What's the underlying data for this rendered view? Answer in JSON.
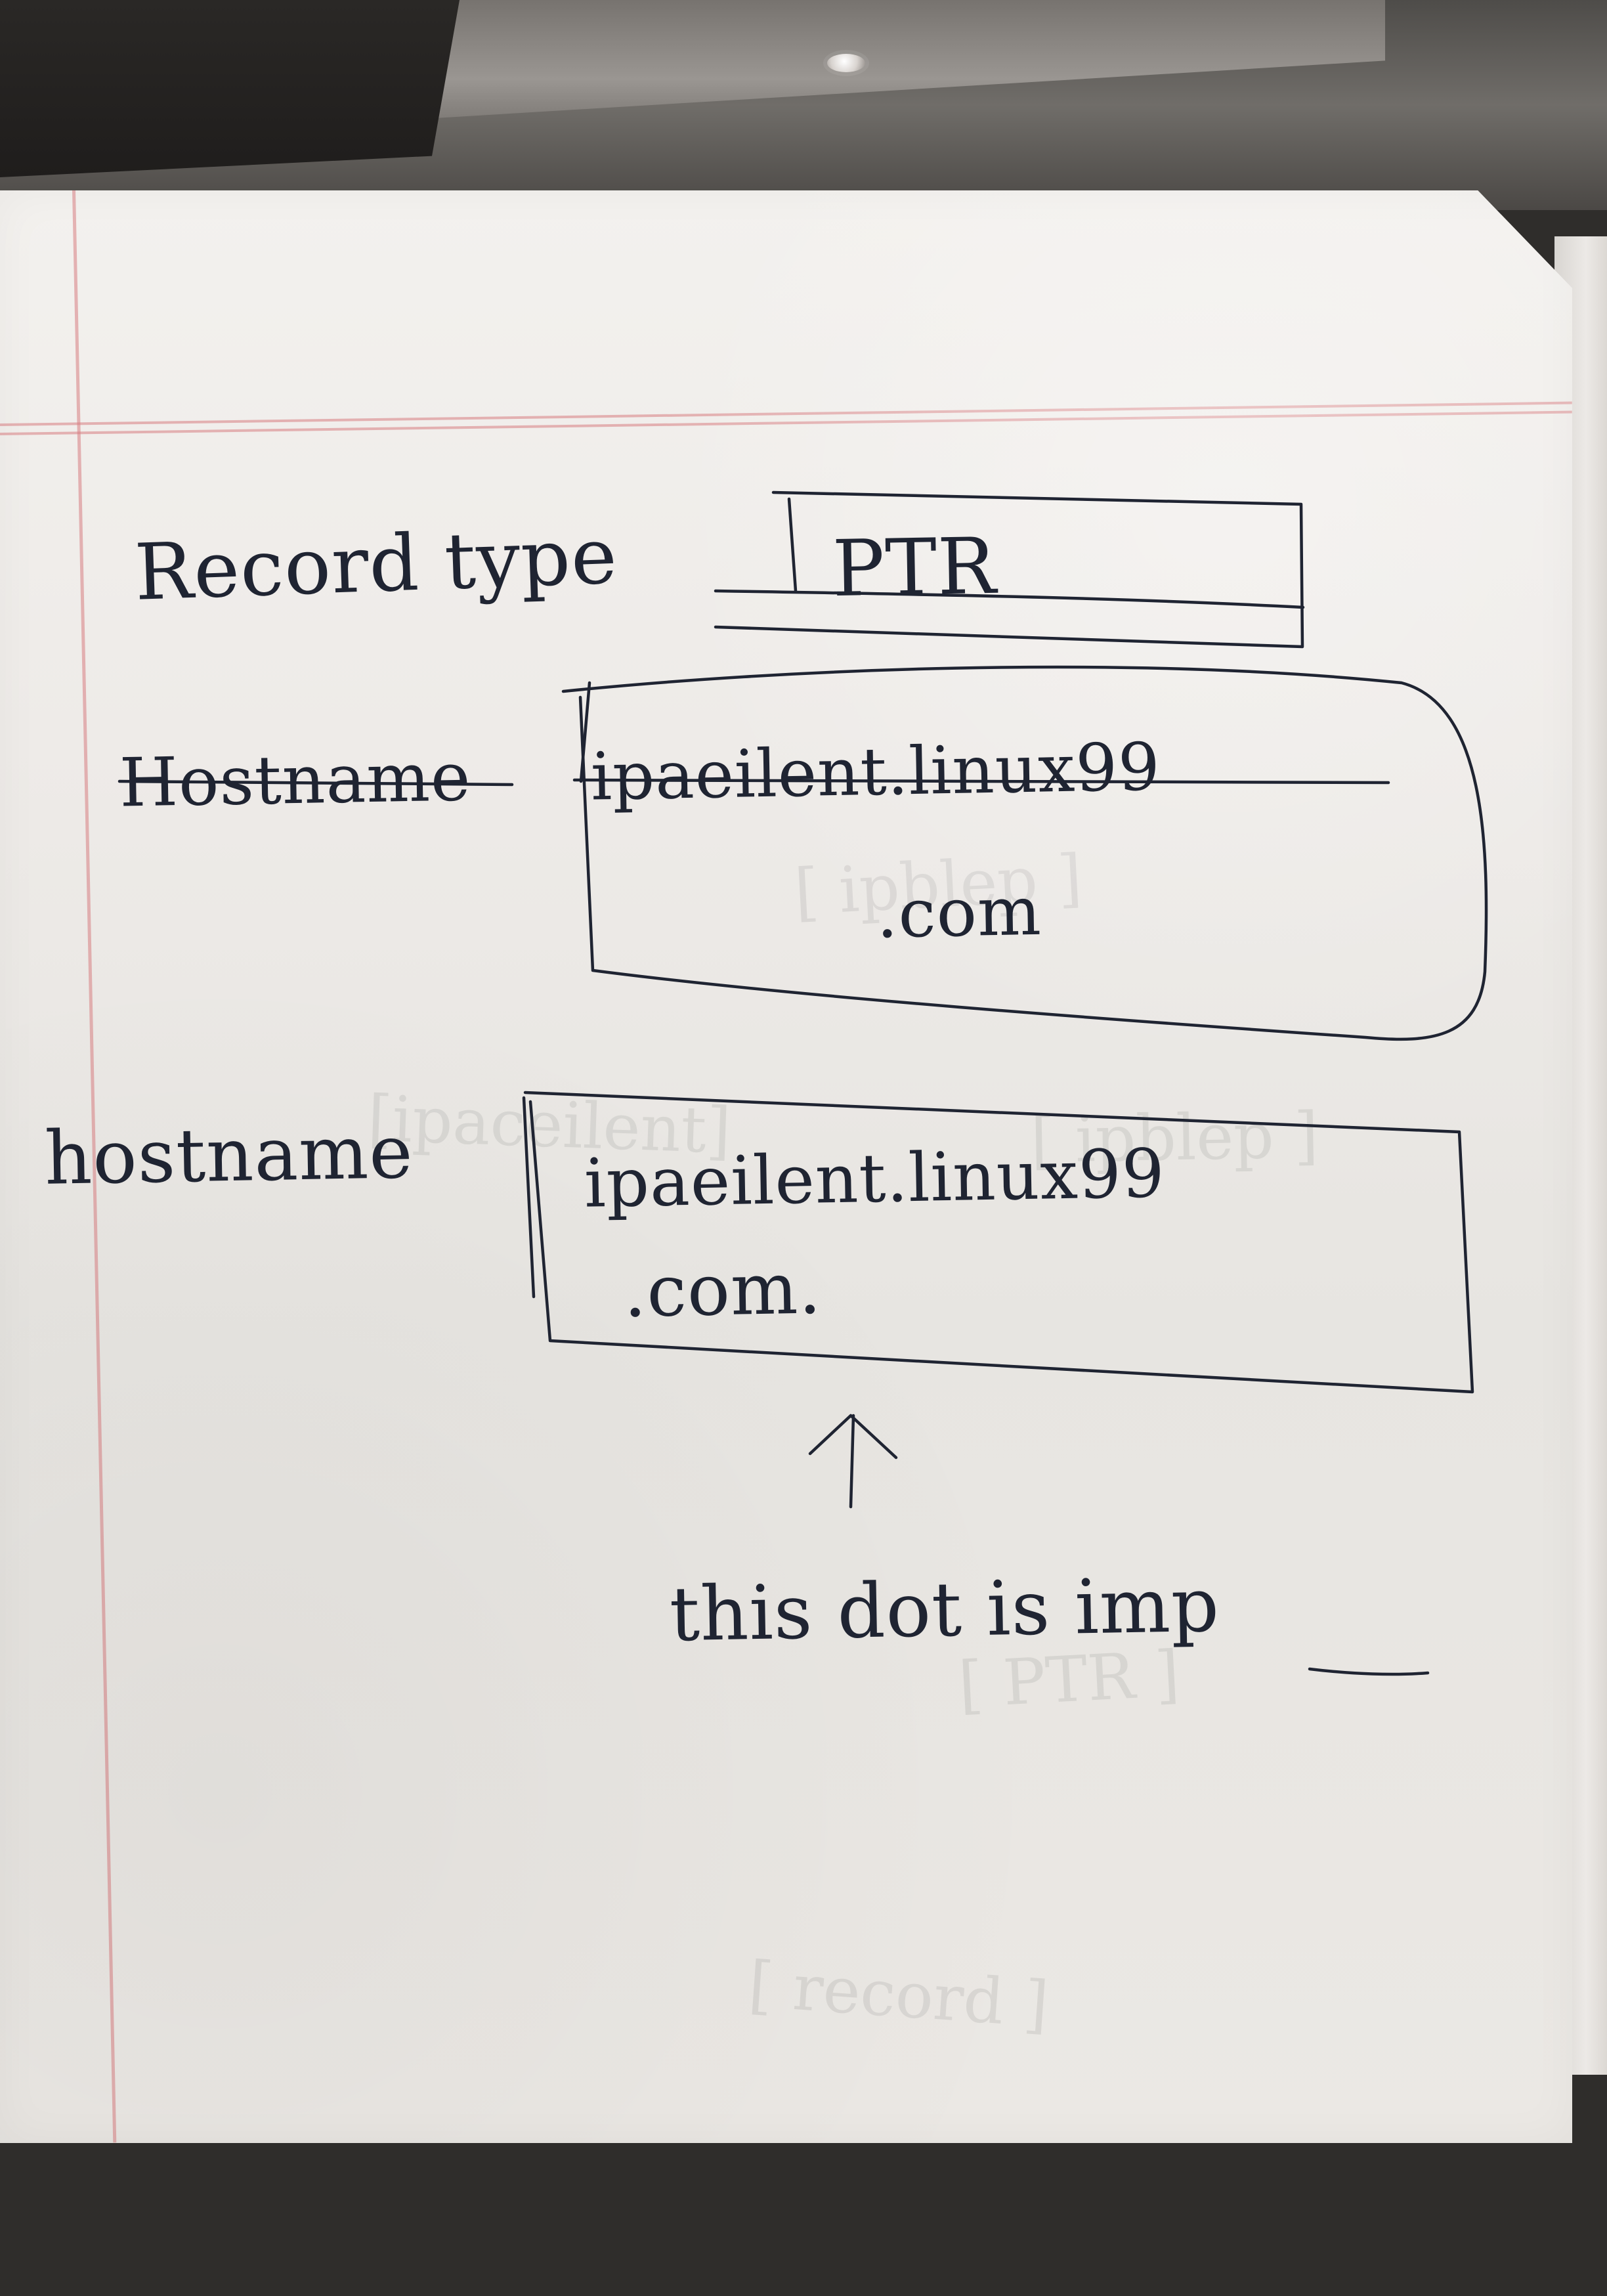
{
  "scene": {
    "background_object": "laptop-and-notebook"
  },
  "note": {
    "record_label": "Record type",
    "record_value": "PTR",
    "struck_hostname_label": "Hostname",
    "struck_hostname_value_line1": "ipaeilent.linux99",
    "struck_hostname_value_line2": ".com",
    "hostname_label": "hostname",
    "hostname_value_line1": "ipaeilent.linux99",
    "hostname_value_line2": ".com.",
    "annotation": "this dot is imp"
  }
}
